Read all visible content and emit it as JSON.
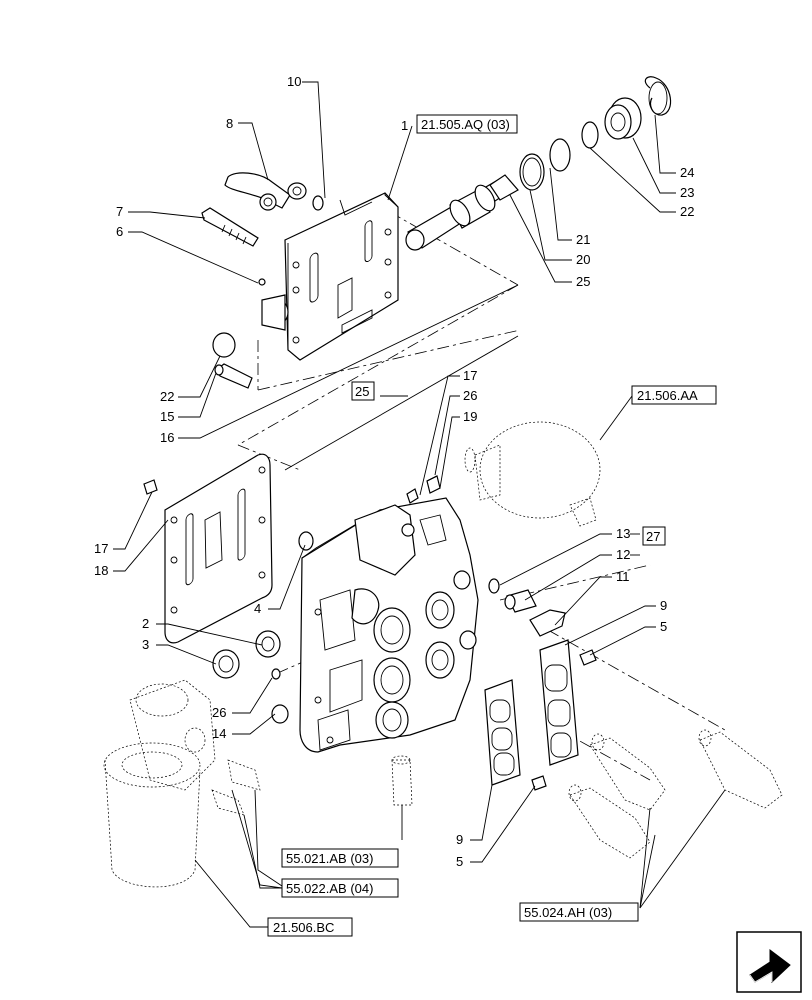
{
  "parts": {
    "p1": "1",
    "p2": "2",
    "p3": "3",
    "p4": "4",
    "p5a": "5",
    "p5b": "5",
    "p6": "6",
    "p7": "7",
    "p8": "8",
    "p9a": "9",
    "p9b": "9",
    "p10": "10",
    "p11": "11",
    "p12": "12",
    "p13": "13",
    "p14": "14",
    "p15": "15",
    "p16": "16",
    "p17a": "17",
    "p17b": "17",
    "p18": "18",
    "p19": "19",
    "p20": "20",
    "p21": "21",
    "p22a": "22",
    "p22b": "22",
    "p23": "23",
    "p24": "24",
    "p25": "25",
    "p26a": "26",
    "p26b": "26"
  },
  "refs": {
    "r_21505": "21.505.AQ (03)",
    "r_25": "25",
    "r_27": "27",
    "r_21506aa": "21.506.AA",
    "r_55021": "55.021.AB (03)",
    "r_55022": "55.022.AB (04)",
    "r_21506bc": "21.506.BC",
    "r_55024": "55.024.AH (03)"
  },
  "nav": {
    "icon": "next-page-arrow-icon"
  }
}
